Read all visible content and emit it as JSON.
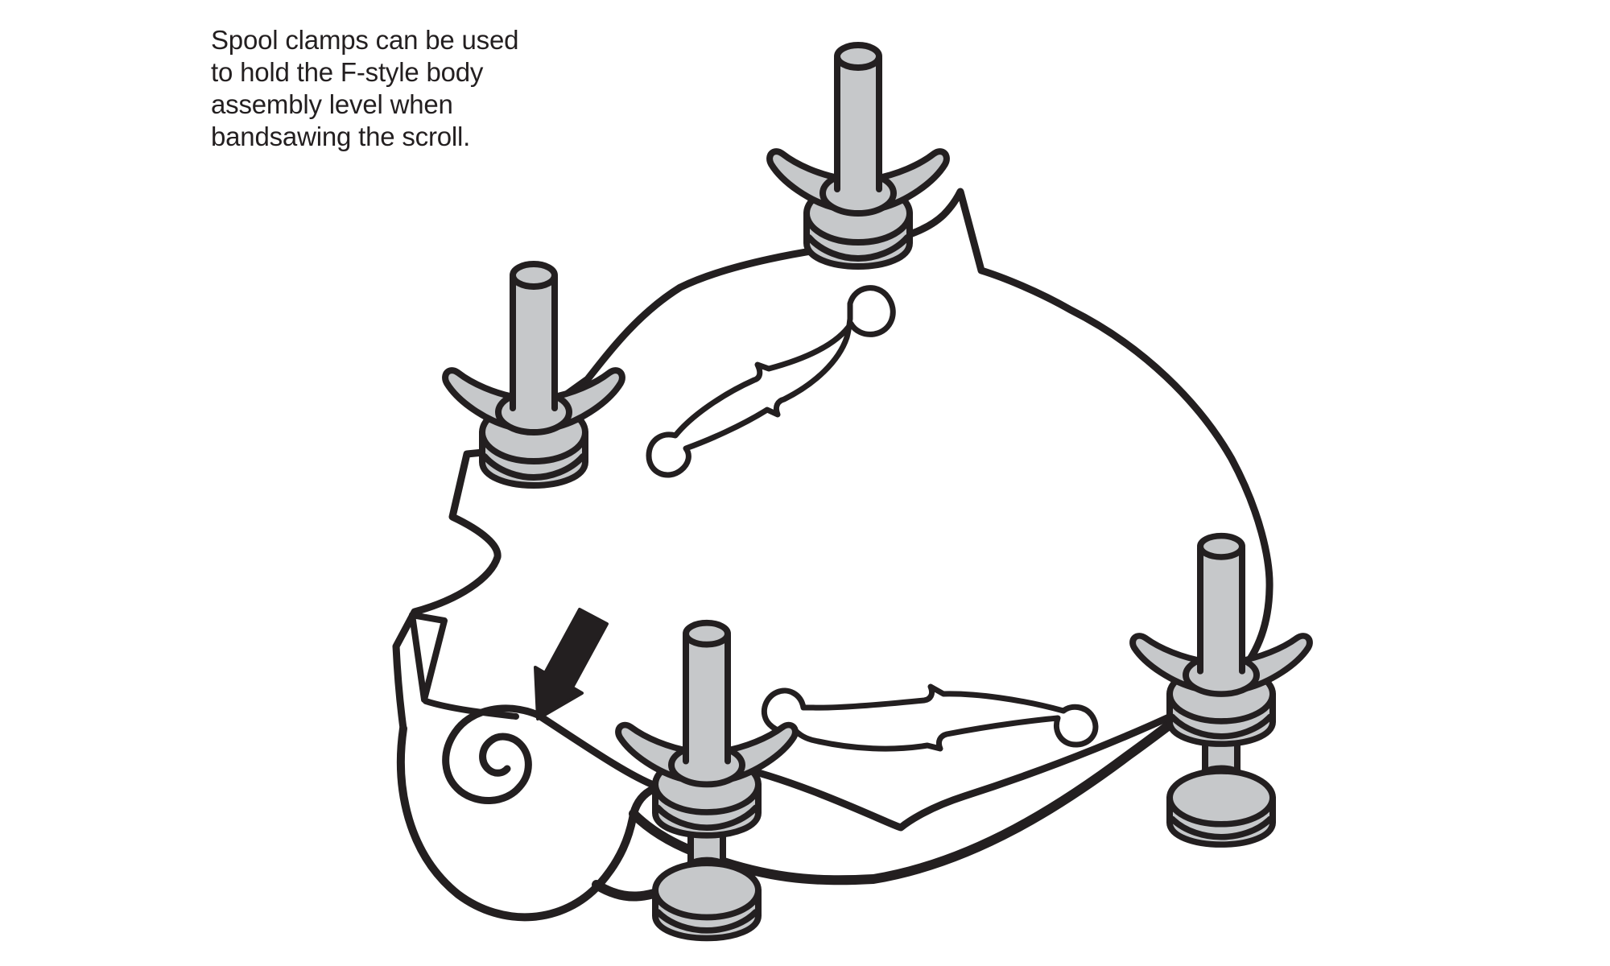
{
  "caption": {
    "lines": [
      "Spool clamps can be used",
      "to hold the F-style body",
      "assembly level when",
      "bandsawing the scroll."
    ]
  },
  "colors": {
    "ink": "#231f20",
    "metal": "#c6c8ca",
    "paper": "#ffffff"
  },
  "illustration": {
    "alt": "F-style body assembly held level by four spool clamps, with an arrow pointing to the scroll"
  }
}
